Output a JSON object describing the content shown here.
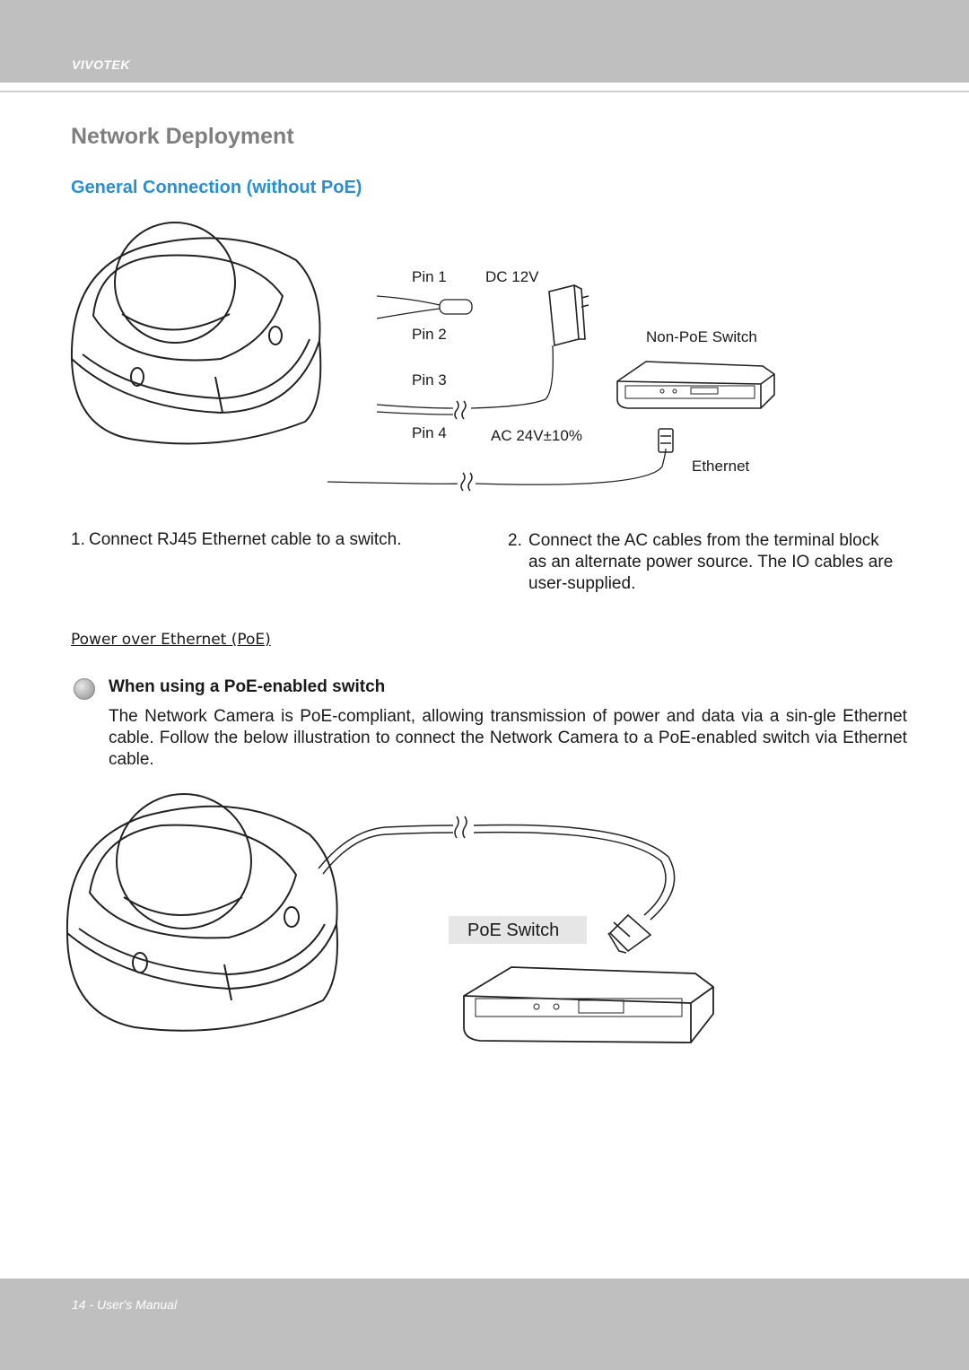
{
  "header": {
    "brand": "VIVOTEK"
  },
  "page": {
    "title": "Network Deployment",
    "section_title": "General Connection (without PoE)"
  },
  "diagram1": {
    "labels": {
      "pin1": "Pin 1",
      "dc": "DC 12V",
      "pin2": "Pin 2",
      "pin3": "Pin 3",
      "pin4": "Pin 4",
      "ac": "AC 24V±10%",
      "switch": "Non-PoE Switch",
      "ethernet": "Ethernet"
    }
  },
  "steps": [
    {
      "num": "1.",
      "text": "Connect RJ45 Ethernet cable to a switch."
    },
    {
      "num": "2.",
      "text": "Connect the AC cables from the terminal block as an alternate power source. The IO cables are user-supplied."
    }
  ],
  "poe": {
    "heading": "Power over Ethernet (PoE)",
    "subheading": "When using a PoE-enabled switch",
    "body": "The Network Camera is PoE-compliant, allowing transmission of power and data via a sin-gle Ethernet cable. Follow the below illustration to connect the Network Camera to a PoE-enabled switch via Ethernet cable.",
    "switch_label": "PoE Switch"
  },
  "footer": {
    "page_label": "14 - User's Manual"
  }
}
